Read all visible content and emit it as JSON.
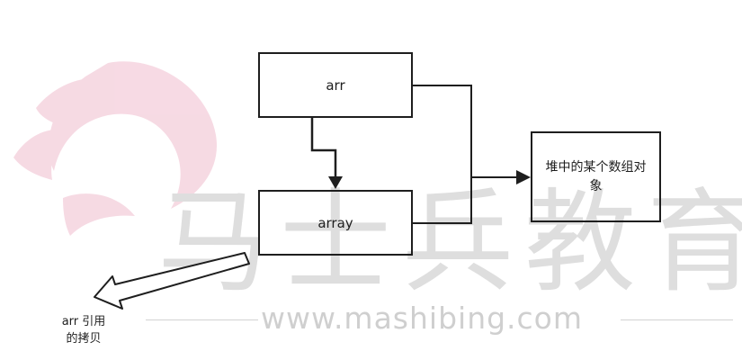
{
  "watermark": {
    "chinese": "马士兵教育",
    "url": "www.mashibing.com",
    "logo_color": "#f3cad9",
    "text_color": "#d6d6d6"
  },
  "nodes": {
    "arr": {
      "label": "arr"
    },
    "array": {
      "label": "array"
    },
    "heap_object": {
      "label": "堆中的某个数组对象"
    }
  },
  "annotation": {
    "line1": "arr 引用",
    "line2": "的拷贝"
  },
  "edges": [
    {
      "from": "arr",
      "to": "array"
    },
    {
      "from": "arr",
      "to": "heap_object"
    },
    {
      "from": "array",
      "to": "heap_object"
    },
    {
      "from": "array",
      "to": "annotation",
      "style": "hollow-arrow"
    }
  ],
  "colors": {
    "stroke": "#1e1e1e",
    "background": "#ffffff"
  }
}
